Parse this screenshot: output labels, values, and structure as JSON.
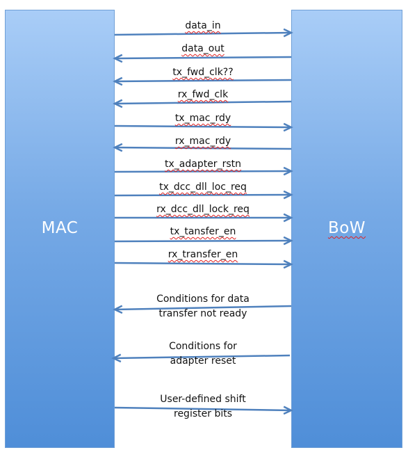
{
  "blocks": {
    "left": "MAC",
    "right": "BoW"
  },
  "signals": [
    {
      "label": "data_in",
      "direction": "right"
    },
    {
      "label": "data_out",
      "direction": "left"
    },
    {
      "label": "tx_fwd_clk??",
      "direction": "left"
    },
    {
      "label": "rx_fwd_clk",
      "direction": "left"
    },
    {
      "label": "tx_mac_rdy",
      "direction": "right"
    },
    {
      "label": "rx_mac_rdy",
      "direction": "left"
    },
    {
      "label": "tx_adapter_rstn",
      "direction": "right"
    },
    {
      "label": "tx_dcc_dll_loc_req",
      "direction": "right"
    },
    {
      "label": "rx_dcc_dll_lock_req",
      "direction": "right"
    },
    {
      "label": "tx_tansfer_en",
      "direction": "right"
    },
    {
      "label": "rx_transfer_en",
      "direction": "right"
    },
    {
      "label": "Conditions for data transfer not ready",
      "line1": "Conditions for data",
      "line2": "transfer not ready",
      "direction": "left"
    },
    {
      "label": "Conditions for adapter reset",
      "line1": "Conditions for",
      "line2": "adapter reset",
      "direction": "left"
    },
    {
      "label": "User-defined shift register bits",
      "line1": "User-defined shift",
      "line2": "register bits",
      "direction": "right"
    }
  ],
  "colors": {
    "arrow": "#4f81bd",
    "block_top": "#a9cdf7",
    "block_bottom": "#4f8ed8",
    "label_text": "#ffffff"
  }
}
